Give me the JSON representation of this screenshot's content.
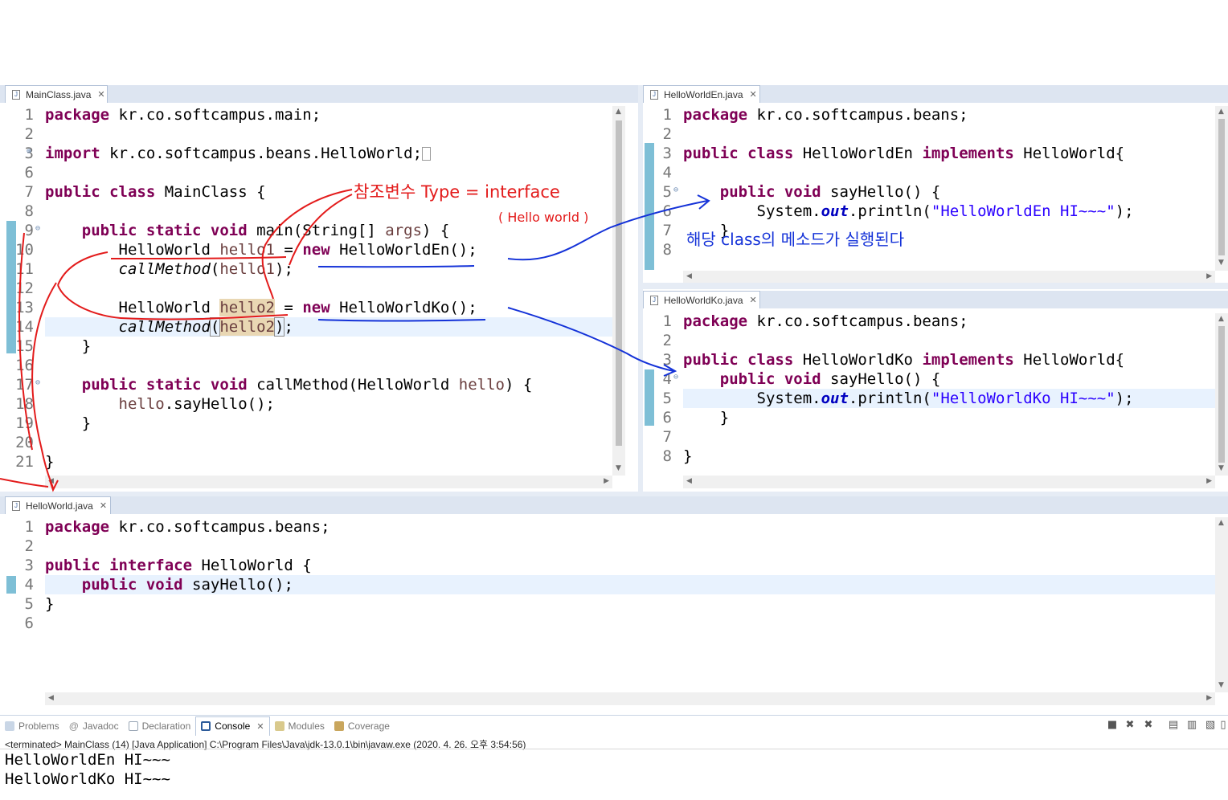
{
  "main_editor": {
    "tab_label": "MainClass.java",
    "lines": [
      {
        "n": "1",
        "t": "package kr.co.softcampus.main;"
      },
      {
        "n": "2",
        "t": ""
      },
      {
        "n": "3",
        "t": "import kr.co.softcampus.beans.HelloWorld;"
      },
      {
        "n": "6",
        "t": ""
      },
      {
        "n": "7",
        "t": "public class MainClass {"
      },
      {
        "n": "8",
        "t": ""
      },
      {
        "n": "9",
        "t": "    public static void main(String[] args) {"
      },
      {
        "n": "10",
        "t": "        HelloWorld hello1 = new HelloWorldEn();"
      },
      {
        "n": "11",
        "t": "        callMethod(hello1);"
      },
      {
        "n": "12",
        "t": ""
      },
      {
        "n": "13",
        "t": "        HelloWorld hello2 = new HelloWorldKo();"
      },
      {
        "n": "14",
        "t": "        callMethod(hello2);"
      },
      {
        "n": "15",
        "t": "    }"
      },
      {
        "n": "16",
        "t": ""
      },
      {
        "n": "17",
        "t": "    public static void callMethod(HelloWorld hello) {"
      },
      {
        "n": "18",
        "t": "        hello.sayHello();"
      },
      {
        "n": "19",
        "t": "    }"
      },
      {
        "n": "20",
        "t": ""
      },
      {
        "n": "21",
        "t": "}"
      }
    ]
  },
  "en_editor": {
    "tab_label": "HelloWorldEn.java",
    "lines": [
      {
        "n": "1",
        "t": "package kr.co.softcampus.beans;"
      },
      {
        "n": "2",
        "t": ""
      },
      {
        "n": "3",
        "t": "public class HelloWorldEn implements HelloWorld{"
      },
      {
        "n": "4",
        "t": ""
      },
      {
        "n": "5",
        "t": "    public void sayHello() {"
      },
      {
        "n": "6",
        "t": "        System.out.println(\"HelloWorldEn HI~~~\");"
      },
      {
        "n": "7",
        "t": "    }"
      },
      {
        "n": "8",
        "t": ""
      }
    ]
  },
  "ko_editor": {
    "tab_label": "HelloWorldKo.java",
    "lines": [
      {
        "n": "1",
        "t": "package kr.co.softcampus.beans;"
      },
      {
        "n": "2",
        "t": ""
      },
      {
        "n": "3",
        "t": "public class HelloWorldKo implements HelloWorld{"
      },
      {
        "n": "4",
        "t": "    public void sayHello() {"
      },
      {
        "n": "5",
        "t": "        System.out.println(\"HelloWorldKo HI~~~\");"
      },
      {
        "n": "6",
        "t": "    }"
      },
      {
        "n": "7",
        "t": ""
      },
      {
        "n": "8",
        "t": "}"
      }
    ]
  },
  "interface_editor": {
    "tab_label": "HelloWorld.java",
    "lines": [
      {
        "n": "1",
        "t": "package kr.co.softcampus.beans;"
      },
      {
        "n": "2",
        "t": ""
      },
      {
        "n": "3",
        "t": "public interface HelloWorld {"
      },
      {
        "n": "4",
        "t": "    public void sayHello();"
      },
      {
        "n": "5",
        "t": "}"
      },
      {
        "n": "6",
        "t": ""
      }
    ]
  },
  "bottom_panel": {
    "tabs": [
      {
        "label": "Problems",
        "icon": "problems-icon"
      },
      {
        "label": "Javadoc",
        "icon": "javadoc-icon"
      },
      {
        "label": "Declaration",
        "icon": "declaration-icon"
      },
      {
        "label": "Console",
        "icon": "console-icon",
        "active": true
      },
      {
        "label": "Modules",
        "icon": "modules-icon"
      },
      {
        "label": "Coverage",
        "icon": "coverage-icon"
      }
    ],
    "terminated_line": "<terminated> MainClass (14) [Java Application] C:\\Program Files\\Java\\jdk-13.0.1\\bin\\javaw.exe (2020. 4. 26. 오후 3:54:56)",
    "output": [
      "HelloWorldEn HI~~~",
      "HelloWorldKo HI~~~"
    ]
  },
  "annotations": {
    "ref_type_note": "참조변수 Type = interface",
    "ref_type_sub": "( Hello world )",
    "method_note": "해당 class의 메소드가 실행된다"
  },
  "colors": {
    "keyword": "#7f0055",
    "string": "#2a00ff",
    "static_field": "#0000c0",
    "annotation_red": "#e31b1b",
    "annotation_blue": "#1432d8",
    "current_line": "#e8f2fe",
    "tab_bar": "#dde5f1"
  }
}
